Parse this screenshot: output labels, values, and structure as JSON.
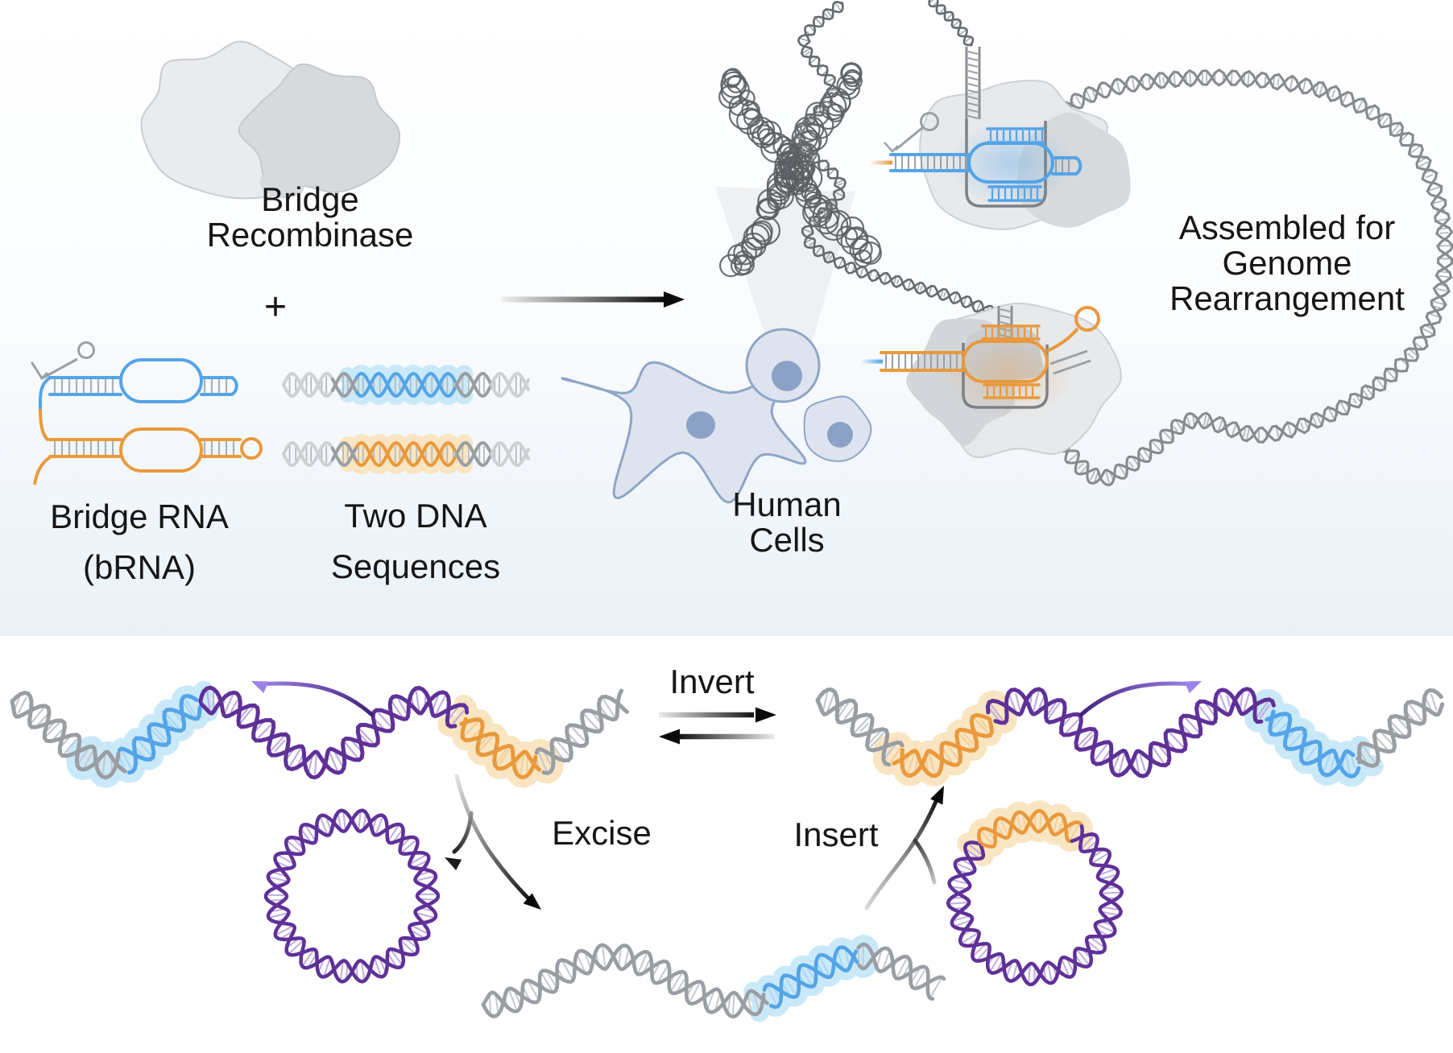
{
  "figure": {
    "top": {
      "bridge_recombinase_label": "Bridge\nRecombinase",
      "plus_sign": "+",
      "bridge_rna_label": "Bridge RNA\n(bRNA)",
      "two_dna_label": "Two DNA\nSequences",
      "human_cells_label": "Human\nCells",
      "assembled_label": "Assembled for\nGenome\nRearrangement"
    },
    "bottom": {
      "invert_label": "Invert",
      "excise_label": "Excise",
      "insert_label": "Insert"
    }
  },
  "colors": {
    "blue": "#54a4e8",
    "blue_light": "#a9d6f2",
    "blue_glow": "#c9e9f8",
    "orange": "#e9993c",
    "orange_light": "#f2cf9b",
    "orange_glow": "#f9e5c1",
    "purple": "#5f3198",
    "purple_light": "#c0aedd",
    "gray_dna": "#9a9ea3",
    "gray_dna_light": "#c6c9cd",
    "faded_dna": "#cdd0d4",
    "dark_dna": "#666a6f",
    "loop_dna": "#878b90",
    "protein_light": "#e9ebed",
    "protein_mid": "#d7dadd",
    "protein_stroke": "#c9ccd0",
    "cell_fill": "#dde4ef",
    "cell_stroke": "#8fa5c6",
    "nucleus": "#8ba2c6",
    "chromosome": "#5b5f64",
    "cone": "#ebedf0",
    "arrow_black": "#0b0b0b",
    "purple_arrow_light": "#9d84e8",
    "purple_arrow_dark": "#43217a",
    "bg_tint": "#e9f1f8",
    "text": "#161616"
  },
  "icons": {
    "bridge-recombinase-protein-icon": "two-lobed gray protein blob",
    "bridge-rna-icon": "blue and orange paired stem-loop RNA",
    "target-dna-blue-icon": "DNA helix with blue highlighted site",
    "target-dna-orange-icon": "DNA helix with orange highlighted site",
    "reaction-arrow-icon": "gradient right arrow",
    "chromosome-icon": "condensed chromosome scribble",
    "human-cells-icon": "three cultured human cells",
    "assembled-complex-blue-icon": "recombinase + bRNA bound at blue target",
    "assembled-complex-orange-icon": "recombinase + bRNA bound at orange target",
    "genome-loop-icon": "large genomic DNA loop",
    "invert-arrows-icon": "forward and reverse gradient arrows",
    "inversion-arc-left-icon": "purple curved arrow",
    "inversion-arc-right-icon": "purple curved arrow",
    "excised-circle-icon": "circular purple DNA",
    "donor-circle-icon": "circular purple DNA with orange site",
    "excise-fork-arrow-icon": "splitting gradient arrow",
    "insert-merge-arrow-icon": "merging gradient arrow",
    "excision-product-dna-icon": "gray DNA with blue site"
  }
}
